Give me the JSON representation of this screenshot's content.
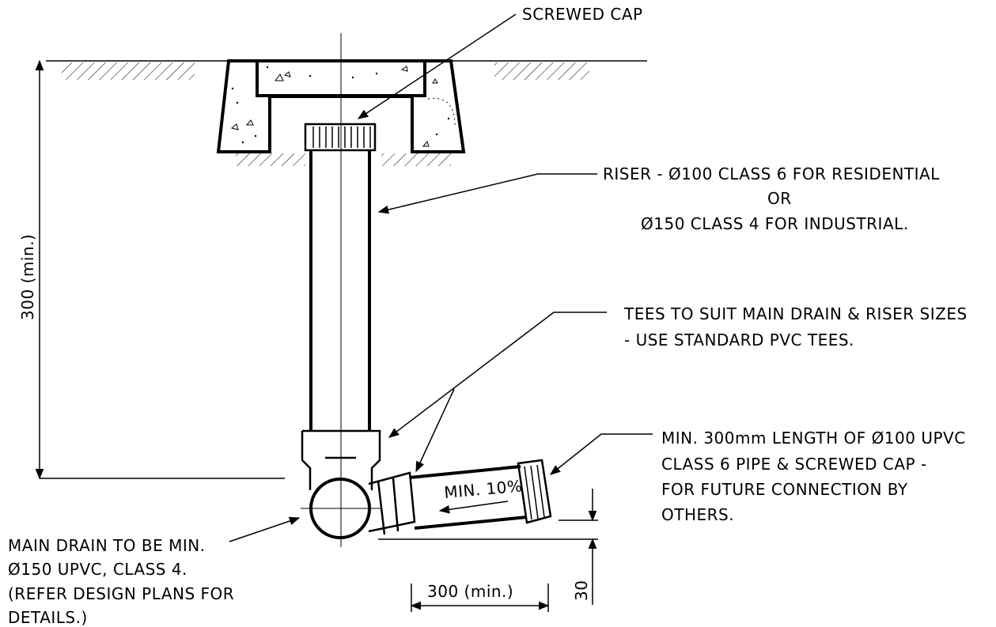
{
  "labels": {
    "screwed_cap": "SCREWED CAP",
    "riser_line1": "RISER - Ø100 CLASS 6 FOR RESIDENTIAL",
    "riser_line2": "OR",
    "riser_line3": "Ø150 CLASS 4 FOR INDUSTRIAL.",
    "tees_line1": "TEES TO SUIT MAIN DRAIN & RISER SIZES",
    "tees_line2": "- USE STANDARD PVC TEES.",
    "min300_line1": "MIN. 300mm LENGTH OF Ø100 UPVC",
    "min300_line2": "CLASS 6 PIPE & SCREWED CAP -",
    "min300_line3": "FOR FUTURE CONNECTION BY",
    "min300_line4": "OTHERS.",
    "main_drain_line1": "MAIN DRAIN TO BE MIN.",
    "main_drain_line2": "Ø150 UPVC, CLASS 4.",
    "main_drain_line3": "(REFER DESIGN PLANS FOR",
    "main_drain_line4": "DETAILS.)",
    "slope": "MIN. 10%"
  },
  "dimensions": {
    "vertical_depth": "300  (min.)",
    "horizontal_length": "300  (min.)",
    "offset": "30"
  }
}
